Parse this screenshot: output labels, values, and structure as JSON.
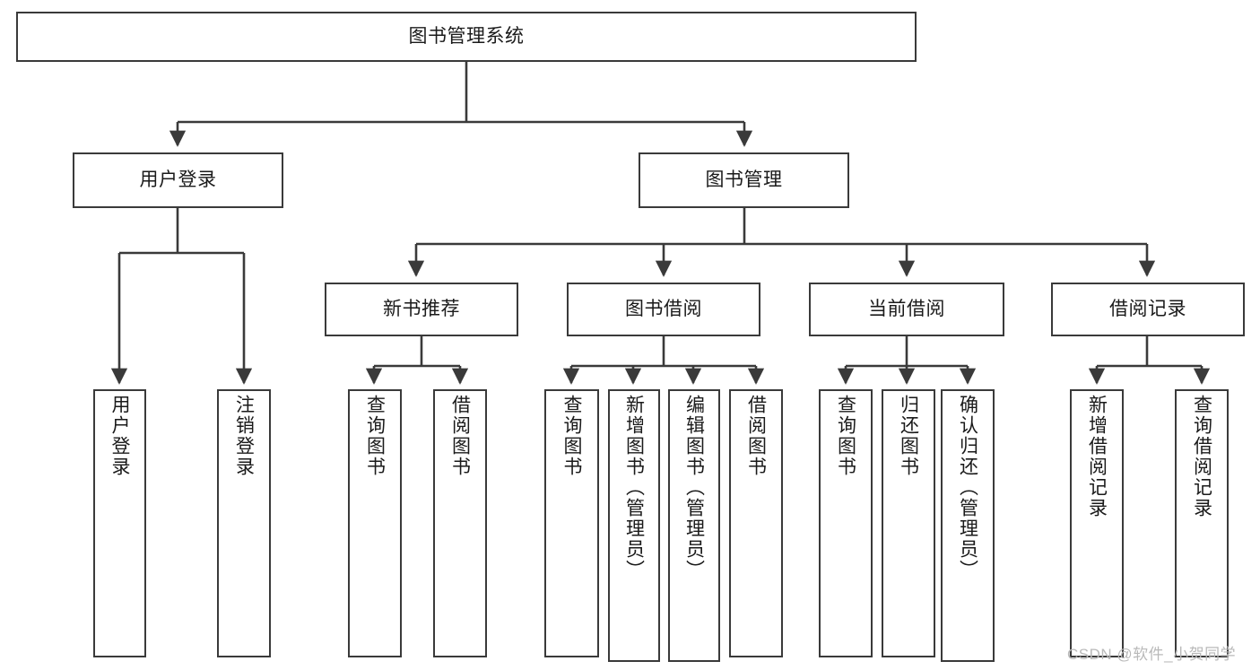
{
  "diagram": {
    "type": "tree-hierarchy",
    "title": "图书管理系统",
    "watermark": "CSDN @软件_小贺同学",
    "colors": {
      "box_border": "#3a3a3a",
      "box_fill": "#ffffff",
      "connector": "#3a3a3a",
      "text": "#1a1a1a",
      "watermark": "#b9b9b9"
    },
    "nodes": {
      "root": {
        "label": "图书管理系统",
        "level": 1
      },
      "l2": [
        {
          "id": "user-login",
          "label": "用户登录"
        },
        {
          "id": "book-manage",
          "label": "图书管理"
        }
      ],
      "l3": [
        {
          "id": "new-book-recommend",
          "label": "新书推荐"
        },
        {
          "id": "book-borrow",
          "label": "图书借阅"
        },
        {
          "id": "current-borrow",
          "label": "当前借阅"
        },
        {
          "id": "borrow-record",
          "label": "借阅记录"
        }
      ],
      "leaves": [
        {
          "id": "leaf-user-login",
          "label": "用户登录",
          "parent": "user-login"
        },
        {
          "id": "leaf-logout-login",
          "label": "注销登录",
          "parent": "user-login"
        },
        {
          "id": "leaf-query-book-1",
          "label": "查询图书",
          "parent": "new-book-recommend"
        },
        {
          "id": "leaf-borrow-book-1",
          "label": "借阅图书",
          "parent": "new-book-recommend"
        },
        {
          "id": "leaf-query-book-2",
          "label": "查询图书",
          "parent": "book-borrow"
        },
        {
          "id": "leaf-add-book",
          "label": "新增图书（管理员）",
          "parent": "book-borrow"
        },
        {
          "id": "leaf-edit-book",
          "label": "编辑图书（管理员）",
          "parent": "book-borrow"
        },
        {
          "id": "leaf-borrow-book-2",
          "label": "借阅图书",
          "parent": "book-borrow"
        },
        {
          "id": "leaf-query-book-3",
          "label": "查询图书",
          "parent": "current-borrow"
        },
        {
          "id": "leaf-return-book",
          "label": "归还图书",
          "parent": "current-borrow"
        },
        {
          "id": "leaf-confirm-return",
          "label": "确认归还（管理员）",
          "parent": "current-borrow"
        },
        {
          "id": "leaf-add-record",
          "label": "新增借阅记录",
          "parent": "borrow-record"
        },
        {
          "id": "leaf-query-record",
          "label": "查询借阅记录",
          "parent": "borrow-record"
        }
      ]
    }
  }
}
